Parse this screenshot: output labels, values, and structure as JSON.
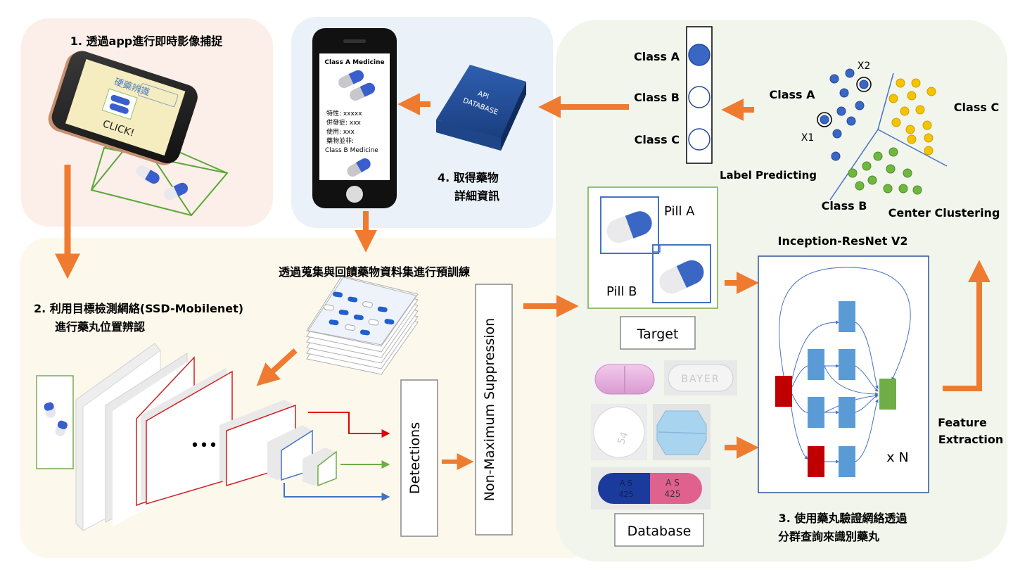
{
  "step1": {
    "label": "1. 透過app進行即時影像捕捉"
  },
  "phone1": {
    "screen_title": "硬藥辨識",
    "button": "CLICK!"
  },
  "step2": {
    "line1": "2. 利用目標檢測網絡(SSD-Mobilenet)",
    "line2": "進行藥丸位置辨認"
  },
  "ssd": {
    "ellipsis": "•••",
    "detections": "Detections",
    "nms": "Non-Maximum Suppression"
  },
  "pretrain": {
    "label": "透過蒐集與回饋藥物資料集進行預訓練"
  },
  "phone2": {
    "title": "Class A Medicine",
    "lines": [
      "特性: xxxxx",
      "併發症: xxx",
      "使用: xxx",
      "藥物並非:",
      "Class B Medicine"
    ]
  },
  "api": {
    "line1": "API",
    "line2": "DATABASE"
  },
  "step4": {
    "line1": "4. 取得藥物",
    "line2": "詳細資訊"
  },
  "label_predicting": {
    "classes": [
      "Class A",
      "Class B",
      "Class C"
    ],
    "caption": "Label Predicting"
  },
  "clustering": {
    "class_a": "Class A",
    "class_b": "Class B",
    "class_c": "Class C",
    "x1": "X1",
    "x2": "X2",
    "caption": "Center Clustering",
    "colors": {
      "a": "#3a66c4",
      "b": "#6fb840",
      "c": "#f5c400"
    }
  },
  "target": {
    "pill_a": "Pill A",
    "pill_b": "Pill B",
    "caption": "Target"
  },
  "database": {
    "caption": "Database",
    "bayer": "BAYER",
    "imprint1": "A S",
    "imprint2": "425",
    "round_imprint": "54"
  },
  "inception": {
    "title": "Inception-ResNet V2",
    "repeat": "x N"
  },
  "feature": {
    "line1": "Feature",
    "line2": "Extraction"
  },
  "step3": {
    "line1": "3. 使用藥丸驗證網絡透過",
    "line2": "分群查詢來識別藥丸"
  },
  "colors": {
    "arrow": "#ee7b30",
    "blue": "#4472c4",
    "green": "#70ad47",
    "red": "#c00000"
  }
}
